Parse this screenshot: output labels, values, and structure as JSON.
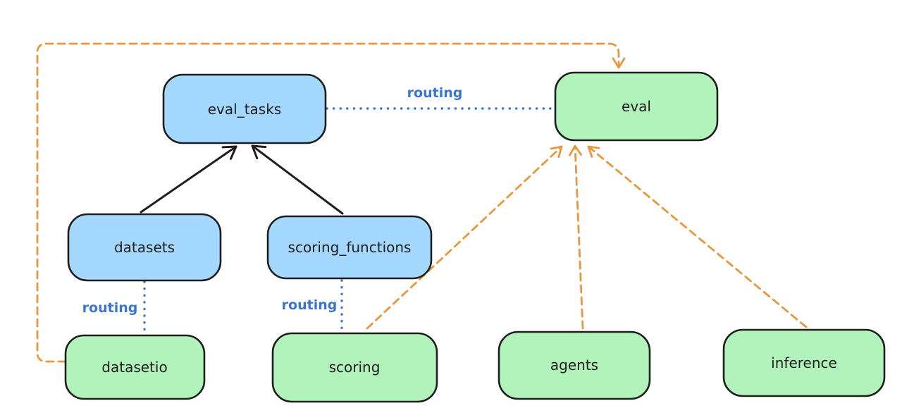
{
  "diagram": {
    "background": "#ffffff",
    "colors": {
      "blue_fill": "#a5d8ff",
      "green_fill": "#b2f2bb",
      "stroke": "#1e1e1e",
      "routing_blue": "#3b76cc",
      "orange": "#e8973e"
    },
    "nodes": {
      "eval_tasks": {
        "label": "eval_tasks",
        "color": "blue"
      },
      "eval": {
        "label": "eval",
        "color": "green"
      },
      "datasets": {
        "label": "datasets",
        "color": "blue"
      },
      "scoring_functions": {
        "label": "scoring_functions",
        "color": "blue"
      },
      "datasetio": {
        "label": "datasetio",
        "color": "green"
      },
      "scoring": {
        "label": "scoring",
        "color": "green"
      },
      "agents": {
        "label": "agents",
        "color": "green"
      },
      "inference": {
        "label": "inference",
        "color": "green"
      }
    },
    "edges": [
      {
        "from": "datasets",
        "to": "eval_tasks",
        "style": "solid-black-arrow",
        "label": ""
      },
      {
        "from": "scoring_functions",
        "to": "eval_tasks",
        "style": "solid-black-arrow",
        "label": ""
      },
      {
        "from": "eval_tasks",
        "to": "eval",
        "style": "dotted-blue",
        "label": "routing"
      },
      {
        "from": "datasets",
        "to": "datasetio",
        "style": "dotted-blue",
        "label": "routing"
      },
      {
        "from": "scoring_functions",
        "to": "scoring",
        "style": "dotted-blue",
        "label": "routing"
      },
      {
        "from": "datasetio",
        "to": "eval",
        "style": "dashed-orange-arrow",
        "label": ""
      },
      {
        "from": "scoring",
        "to": "eval",
        "style": "dashed-orange-arrow",
        "label": ""
      },
      {
        "from": "agents",
        "to": "eval",
        "style": "dashed-orange-arrow",
        "label": ""
      },
      {
        "from": "inference",
        "to": "eval",
        "style": "dashed-orange-arrow",
        "label": ""
      }
    ]
  }
}
